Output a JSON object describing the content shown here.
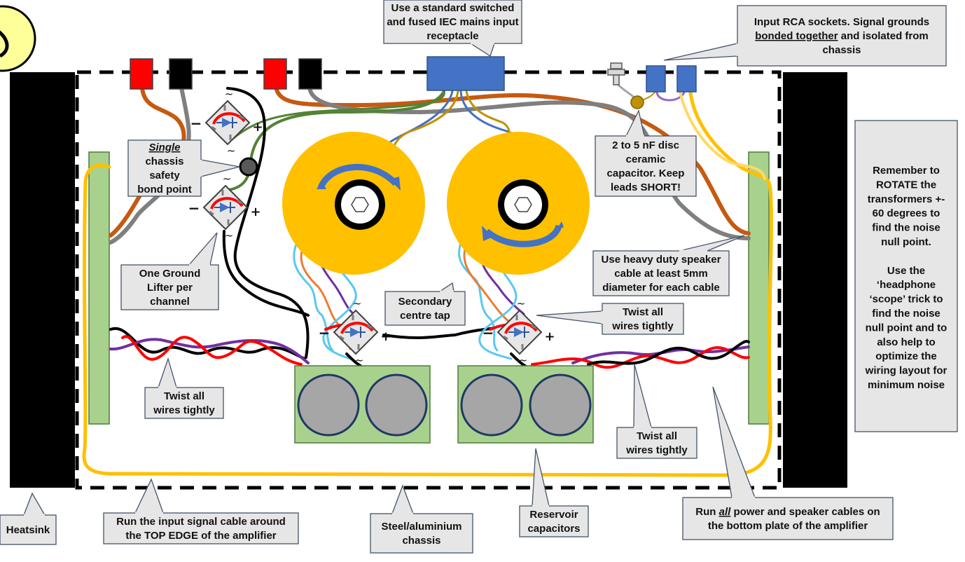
{
  "callouts": {
    "iec": [
      "Use a standard switched",
      "and fused IEC mains input",
      "receptacle"
    ],
    "rca": [
      "Input RCA sockets. Signal grounds",
      "bonded together and isolated from",
      "chassis"
    ],
    "rca_underlined_phrase": "bonded together",
    "bond_point": [
      "Single",
      "chassis",
      "safety",
      "bond point"
    ],
    "ground_lifter": [
      "One Ground",
      "Lifter per",
      "channel"
    ],
    "disc_cap": [
      "2 to 5 nF disc",
      "ceramic",
      "capacitor. Keep",
      "leads SHORT!"
    ],
    "speaker_cable": [
      "Use heavy duty speaker",
      "cable at least 5mm",
      "diameter for each cable"
    ],
    "centre_tap": [
      "Secondary",
      "centre tap"
    ],
    "twist_right": [
      "Twist all",
      "wires tightly"
    ],
    "twist_left": [
      "Twist all",
      "wires tightly"
    ],
    "twist_bottom": [
      "Twist all",
      "wires tightly"
    ],
    "rotate_note": [
      "Remember to",
      "ROTATE the",
      "transformers +-",
      "60 degrees to",
      "find the noise",
      "null point.",
      "",
      "Use the",
      "‘headphone",
      "‘scope’ trick to",
      "find the noise",
      "null point and to",
      "also help to",
      "optimize the",
      "wiring layout for",
      "minimum noise"
    ],
    "heatsink": [
      "Heatsink"
    ],
    "input_cable": [
      "Run the input signal cable around",
      "the TOP EDGE of the amplifier"
    ],
    "chassis": [
      "Steel/aluminium",
      "chassis"
    ],
    "reservoir": [
      "Reservoir",
      "capacitors"
    ],
    "bottom_plate": [
      "Run all power and speaker cables on",
      "the bottom plate of the amplifier"
    ]
  },
  "rectifier_symbols": {
    "plus": "+",
    "minus": "−",
    "ac": "~"
  },
  "colors": {
    "transformer": "#FFC000",
    "heatsink": "#000000",
    "pcb": "#A9D18E",
    "capacitor_board": "#A9D18E",
    "capacitor": "#A6A6A6",
    "iec": "#4472C4",
    "rca": "#4472C4",
    "speaker_terminal_red": "#FF0000",
    "speaker_terminal_black": "#000000",
    "callout_fill": "#E7E6E6",
    "callout_border": "#44546A",
    "wire_orange": "#C55A11",
    "wire_grey": "#7F7F7F",
    "wire_green": "#548235",
    "wire_yellow": "#FFC000",
    "wire_red": "#FF0000",
    "wire_purple": "#7030A0",
    "wire_lightblue": "#5BC8F0"
  }
}
